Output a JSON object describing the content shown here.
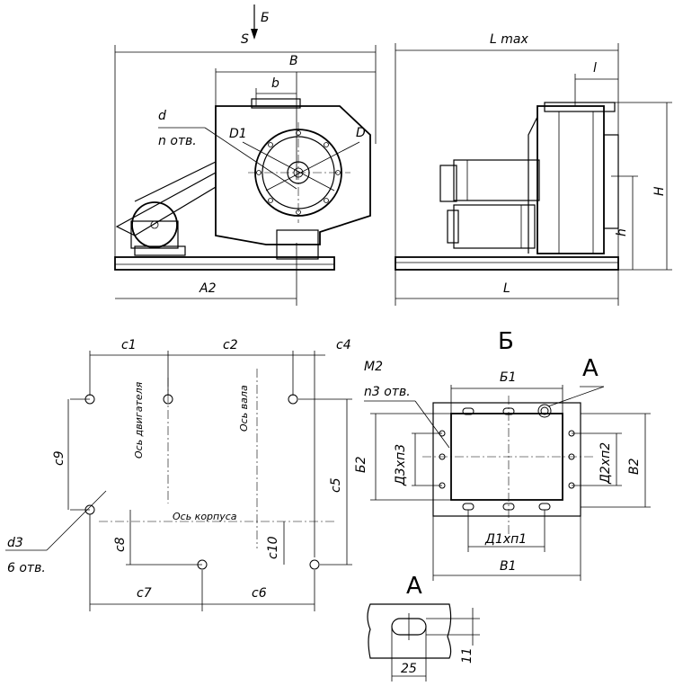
{
  "labels": {
    "section_arrow": "Б",
    "S": "S",
    "B": "B",
    "b": "b",
    "d": "d",
    "n_holes": "n отв.",
    "D1": "D1",
    "D": "D",
    "A2": "A2",
    "L_max": "L max",
    "l": "l",
    "H": "H",
    "h": "h",
    "L": "L",
    "c1": "c1",
    "c2": "c2",
    "c4": "c4",
    "c9": "c9",
    "c5": "c5",
    "c8": "c8",
    "c10": "c10",
    "c7": "c7",
    "c6": "c6",
    "d3": "d3",
    "six_holes": "6 отв.",
    "motor_axis": "Ось двигателя",
    "shaft_axis": "Ось вала",
    "body_axis": "Ось корпуса",
    "view_B": "Б",
    "view_A": "A",
    "M2": "М2",
    "n3_holes": "n3 отв.",
    "B1_upper": "Б1",
    "B2_left": "Б2",
    "D3xn3": "Д3хп3",
    "D2xn2": "Д2хп2",
    "V2": "В2",
    "D1xn1": "Д1хп1",
    "V1": "В1",
    "detail_A": "A",
    "dim_25": "25",
    "dim_11": "11"
  }
}
